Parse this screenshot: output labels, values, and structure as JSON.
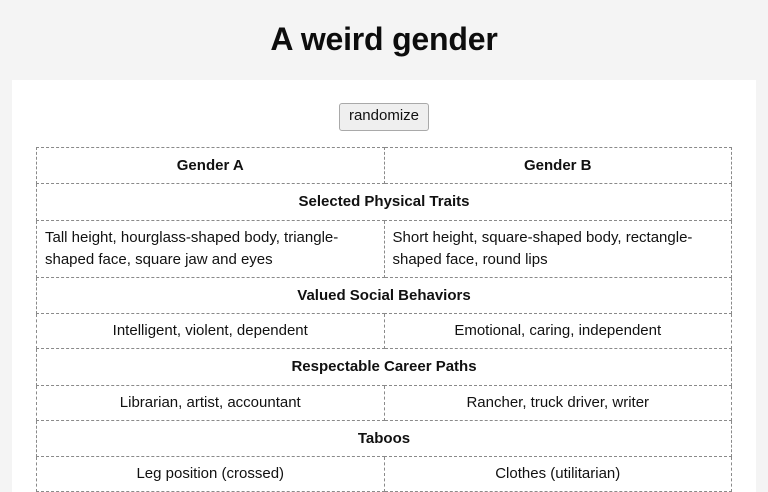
{
  "header": {
    "title": "A weird gender"
  },
  "toolbar": {
    "randomize_label": "randomize"
  },
  "table": {
    "columns": [
      "Gender A",
      "Gender B"
    ],
    "sections": [
      {
        "heading": "Selected Physical Traits",
        "align": "left",
        "cells": [
          "Tall height, hourglass-shaped body, triangle-shaped face, square jaw and eyes",
          "Short height, square-shaped body, rectangle-shaped face, round lips"
        ]
      },
      {
        "heading": "Valued Social Behaviors",
        "align": "center",
        "cells": [
          "Intelligent, violent, dependent",
          "Emotional, caring, independent"
        ]
      },
      {
        "heading": "Respectable Career Paths",
        "align": "center",
        "cells": [
          "Librarian, artist, accountant",
          "Rancher, truck driver, writer"
        ]
      },
      {
        "heading": "Taboos",
        "align": "center",
        "cells": [
          "Leg position (crossed)",
          "Clothes (utilitarian)"
        ]
      }
    ]
  },
  "colors": {
    "page_background": "#f4f4f4",
    "card_background": "#ffffff",
    "text": "#111111",
    "table_border": "#8a8a8a",
    "button_background": "#efefef",
    "button_border": "#a9a9a9"
  }
}
